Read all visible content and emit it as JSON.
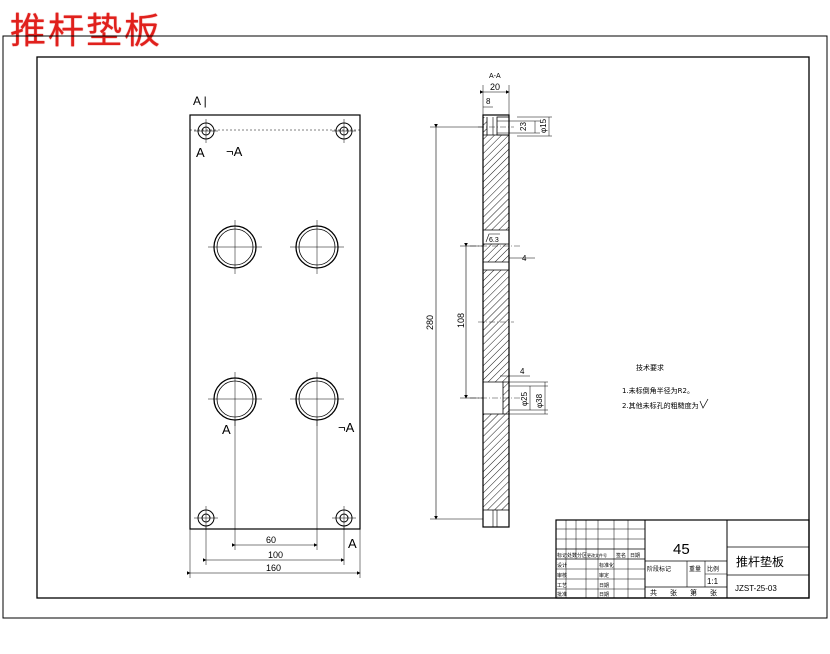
{
  "page_heading": "推杆垫板",
  "front_view": {
    "section_mark_top": "A |",
    "section_mark_left": "A",
    "section_mark_right": "¬A",
    "section_mark_bottom_left": "A",
    "section_mark_bottom_right": "¬A",
    "section_mark_bottom": "A",
    "dim_60": "60",
    "dim_100": "100",
    "dim_160": "160"
  },
  "section_view": {
    "title": "A-A",
    "dim_20": "20",
    "dim_8": "8",
    "dim_23": "23",
    "dim_phi15": "φ15",
    "dim_280": "280",
    "dim_108": "108",
    "dim_4a": "4",
    "dim_4b": "4",
    "dim_phi25": "φ25",
    "dim_phi38": "φ38",
    "surface_mark": "6.3"
  },
  "notes": {
    "title": "技术要求",
    "line1": "1.未标倒角半径为R2。",
    "line2": "2.其他未标孔的粗糙度为"
  },
  "title_block": {
    "material": "45",
    "part_name": "推杆垫板",
    "drawing_no": "JZST-25-03",
    "scale_value": "1:1",
    "head_cells": [
      "标记",
      "处数",
      "分区",
      "更改文件号",
      "签名",
      "日期"
    ],
    "row_labels": [
      "设计",
      "审核",
      "工艺",
      "批准"
    ],
    "row_cells": [
      "标准化",
      "审定",
      "日期",
      "日期"
    ],
    "stage_labels": [
      "阶段标记",
      "重量",
      "比例"
    ],
    "sheet_labels": [
      "共",
      "张",
      "第",
      "张"
    ]
  }
}
